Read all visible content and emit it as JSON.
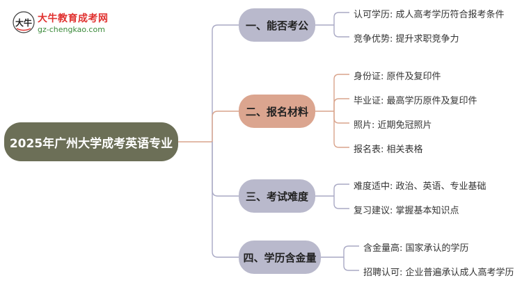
{
  "logo": {
    "mark": "大牛",
    "title": "大牛教育成考网",
    "url": "gz-chengkao.com"
  },
  "root": {
    "label": "2025年广州大学成考英语专业"
  },
  "branches": [
    {
      "label": "一、能否考公",
      "items": [
        "认可学历: 成人高考学历符合报考条件",
        "竞争优势: 提升求职竞争力"
      ]
    },
    {
      "label": "二、报名材料",
      "items": [
        "身份证: 原件及复印件",
        "毕业证: 最高学历原件及复印件",
        "照片: 近期免冠照片",
        "报名表: 相关表格"
      ]
    },
    {
      "label": "三、考试难度",
      "items": [
        "难度适中: 政治、英语、专业基础",
        "复习建议: 掌握基本知识点"
      ]
    },
    {
      "label": "四、学历含金量",
      "items": [
        "含金量高: 国家承认的学历",
        "招聘认可: 企业普遍承认成人高考学历"
      ]
    }
  ],
  "colors": {
    "root": "#6c6f57",
    "branch_default": "#b9b9cc",
    "branch_highlight": "#dba58f",
    "line_default": "#a9a9c4",
    "line_highlight": "#d9a48c"
  }
}
